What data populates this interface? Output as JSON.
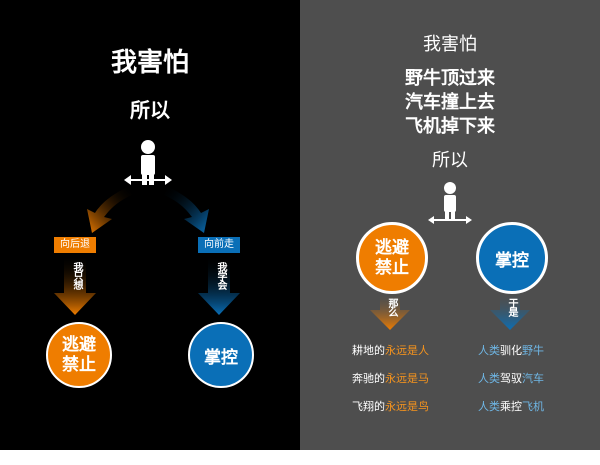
{
  "colors": {
    "orange": "#ef7d00",
    "blue": "#0a6fb7",
    "left_bg": "#000000",
    "right_bg": "#4e4e4e"
  },
  "left": {
    "title": "我害怕",
    "so": "所以",
    "person_icon": "person-icon",
    "tag_left": "向后退",
    "tag_right": "向前走",
    "arrow_left_text": "我只想",
    "arrow_right_text": "我学会",
    "circle_left": "逃避禁止",
    "circle_right": "掌控"
  },
  "right": {
    "title": "我害怕",
    "fears": [
      "野牛顶过来",
      "汽车撞上去",
      "飞机掉下来"
    ],
    "so": "所以",
    "person_icon": "person-icon",
    "circle_left": "逃避禁止",
    "circle_right": "掌控",
    "arrow_left_text": "那么",
    "arrow_right_text": "于是",
    "left_lines": [
      {
        "a": "耕地的",
        "b": "永远是人"
      },
      {
        "a": "奔驰的",
        "b": "永远是马"
      },
      {
        "a": "飞翔的",
        "b": "永远是鸟"
      }
    ],
    "right_lines": [
      {
        "a": "人类",
        "b": "驯化",
        "c": "野牛"
      },
      {
        "a": "人类",
        "b": "驾驭",
        "c": "汽车"
      },
      {
        "a": "人类",
        "b": "乘控",
        "c": "飞机"
      }
    ]
  }
}
